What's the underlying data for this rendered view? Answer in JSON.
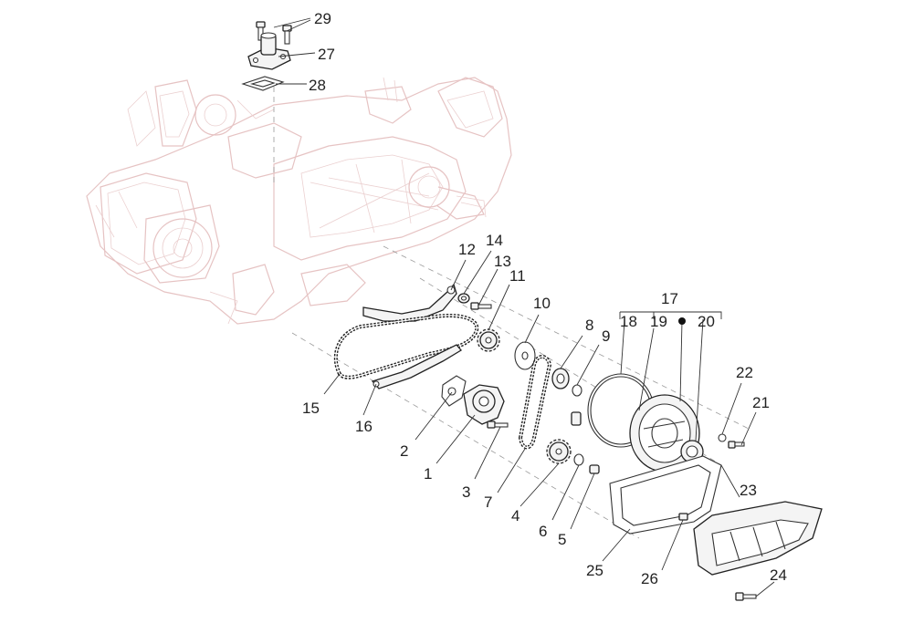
{
  "callouts": [
    {
      "id": "29",
      "text": "29"
    },
    {
      "id": "27",
      "text": "27"
    },
    {
      "id": "28",
      "text": "28"
    },
    {
      "id": "12",
      "text": "12"
    },
    {
      "id": "14",
      "text": "14"
    },
    {
      "id": "13",
      "text": "13"
    },
    {
      "id": "11",
      "text": "11"
    },
    {
      "id": "10",
      "text": "10"
    },
    {
      "id": "8",
      "text": "8"
    },
    {
      "id": "9",
      "text": "9"
    },
    {
      "id": "17",
      "text": "17"
    },
    {
      "id": "18",
      "text": "18"
    },
    {
      "id": "19",
      "text": "19"
    },
    {
      "id": "20",
      "text": "20"
    },
    {
      "id": "22",
      "text": "22"
    },
    {
      "id": "21",
      "text": "21"
    },
    {
      "id": "15",
      "text": "15"
    },
    {
      "id": "16",
      "text": "16"
    },
    {
      "id": "2",
      "text": "2"
    },
    {
      "id": "1",
      "text": "1"
    },
    {
      "id": "3",
      "text": "3"
    },
    {
      "id": "7",
      "text": "7"
    },
    {
      "id": "4",
      "text": "4"
    },
    {
      "id": "6",
      "text": "6"
    },
    {
      "id": "5",
      "text": "5"
    },
    {
      "id": "23",
      "text": "23"
    },
    {
      "id": "25",
      "text": "25"
    },
    {
      "id": "26",
      "text": "26"
    },
    {
      "id": "24",
      "text": "24"
    }
  ],
  "colors": {
    "engine_outline": "#e6c3c3",
    "part_outline": "#222222",
    "leader_line": "#333333"
  }
}
